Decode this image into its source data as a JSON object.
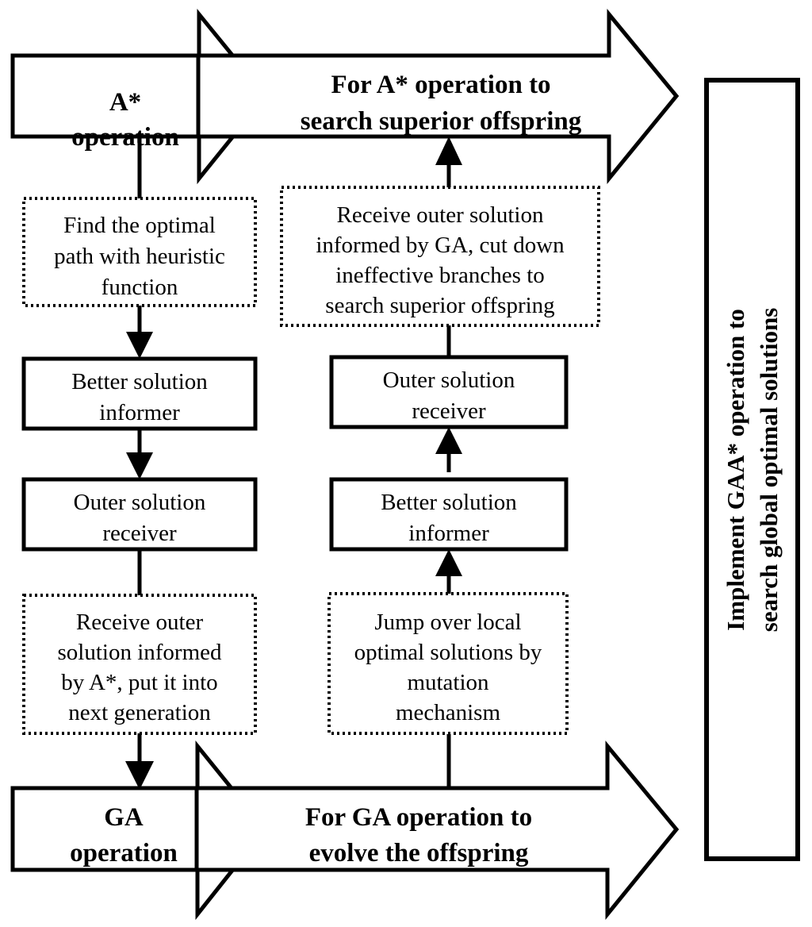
{
  "diagram": {
    "title": "GAA* operation flowchart",
    "colors": {
      "stroke": "#000000",
      "fill": "#ffffff",
      "text": "#000000"
    },
    "banners": {
      "top_left": {
        "line1": "A*",
        "line2": "operation"
      },
      "top_right": {
        "line1": "For A* operation to",
        "line2": "search superior offspring"
      },
      "bottom_left": {
        "line1": "GA",
        "line2": "operation"
      },
      "bottom_right": {
        "line1": "For GA operation to",
        "line2": "evolve the offspring"
      }
    },
    "left_column": {
      "node1": {
        "style": "dotted",
        "line1": "Find the optimal",
        "line2": "path with heuristic",
        "line3": "function"
      },
      "node2": {
        "style": "solid",
        "line1": "Better solution",
        "line2": "informer"
      },
      "node3": {
        "style": "solid",
        "line1": "Outer solution",
        "line2": "receiver"
      },
      "node4": {
        "style": "dotted",
        "line1": "Receive outer",
        "line2": "solution informed",
        "line3": "by A*, put it into",
        "line4": "next generation"
      }
    },
    "right_column": {
      "node1": {
        "style": "dotted",
        "line1": "Receive outer solution",
        "line2": "informed by GA, cut down",
        "line3": "ineffective branches to",
        "line4": "search superior offspring"
      },
      "node2": {
        "style": "solid",
        "line1": "Outer solution",
        "line2": "receiver"
      },
      "node3": {
        "style": "solid",
        "line1": "Better solution",
        "line2": "informer"
      },
      "node4": {
        "style": "dotted",
        "line1": "Jump over local",
        "line2": "optimal solutions by",
        "line3": "mutation",
        "line4": "mechanism"
      }
    },
    "side_panel": {
      "line1": "Implement GAA* operation to",
      "line2": "search global optimal solutions"
    }
  }
}
